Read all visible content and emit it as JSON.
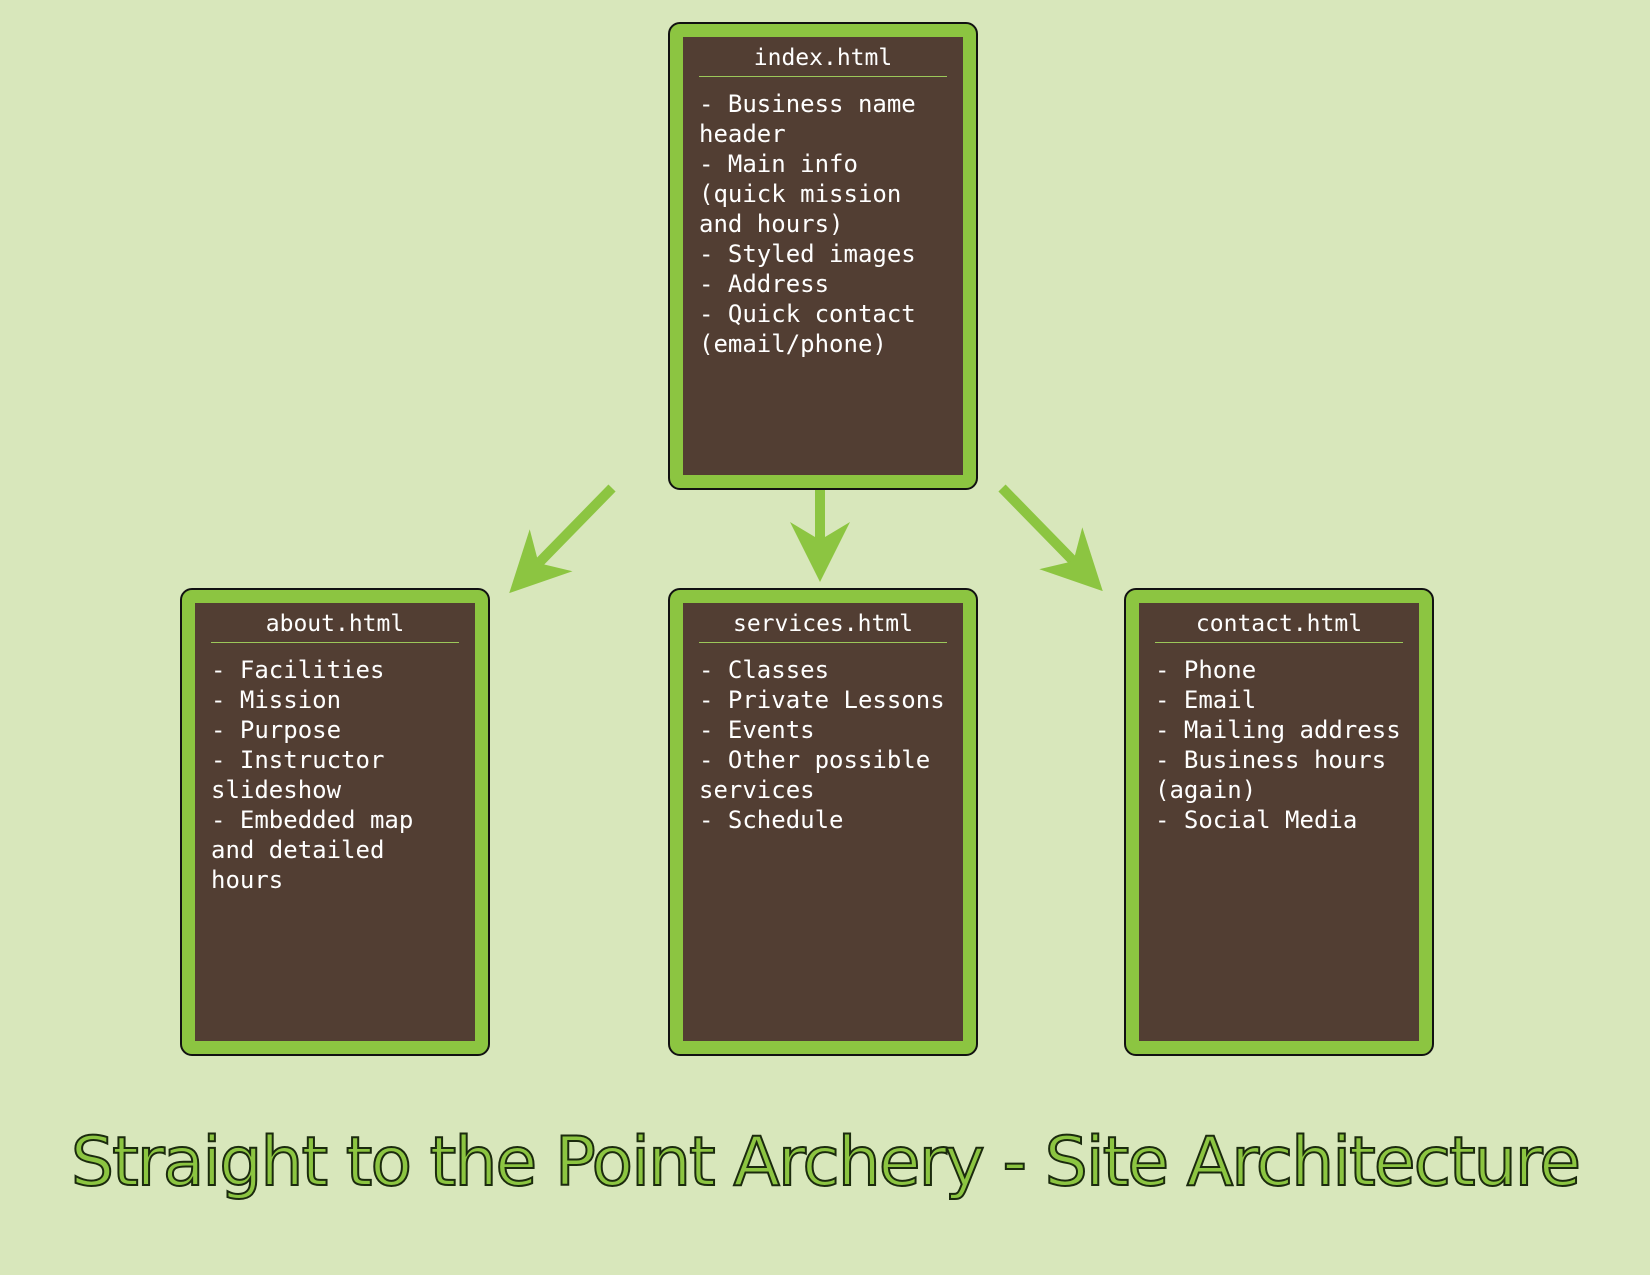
{
  "title": "Straight to the Point Archery - Site Architecture",
  "colors": {
    "background": "#d8e7bb",
    "accent_green": "#8cc541",
    "card_fill": "#523e33",
    "outline": "#111111"
  },
  "pages": {
    "index": {
      "name": "index.html",
      "items": [
        "- Business name header",
        "- Main info (quick mission and hours)",
        "- Styled images",
        "- Address",
        "- Quick contact (email/phone)"
      ]
    },
    "about": {
      "name": "about.html",
      "items": [
        "- Facilities",
        "- Mission",
        "- Purpose",
        "- Instructor slideshow",
        "- Embedded map and detailed hours"
      ]
    },
    "services": {
      "name": "services.html",
      "items": [
        "- Classes",
        "- Private Lessons",
        "- Events",
        "- Other possible services",
        "- Schedule"
      ]
    },
    "contact": {
      "name": "contact.html",
      "items": [
        "- Phone",
        "- Email",
        "- Mailing address",
        "- Business hours (again)",
        "- Social Media"
      ]
    }
  }
}
